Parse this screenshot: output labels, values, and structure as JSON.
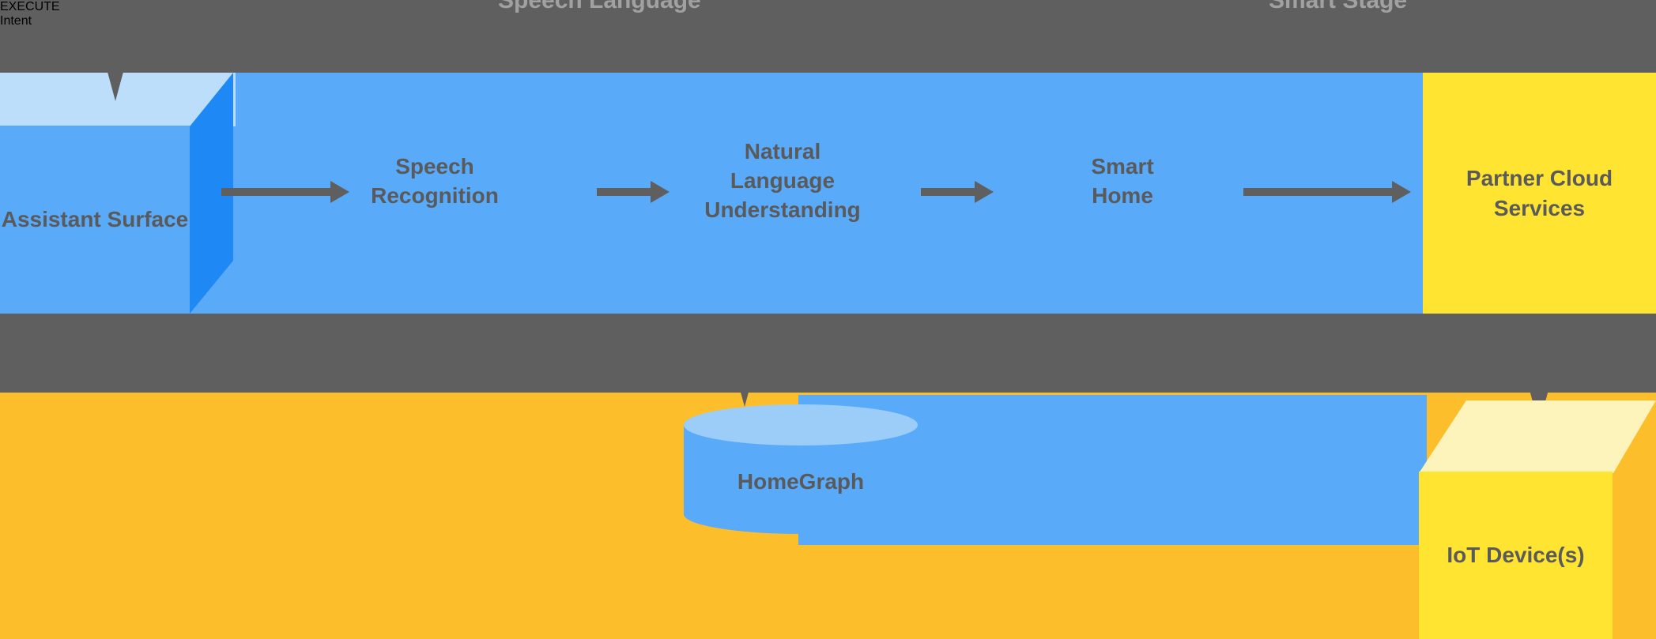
{
  "diagram": {
    "title_left": "Speech Language",
    "title_right": "Smart Stage",
    "lanes": {
      "assistant_lane_color": "#5aaafa",
      "partner_lane_color": "#ffe431",
      "device_lane_color": "#fcbf2b",
      "background_color": "#5f5f5f",
      "text_color": "#5a5a5a"
    },
    "nodes": {
      "assistant_surface": "Assistant\nSurface",
      "speech_recognition": "Speech\nRecognition",
      "natural_language_understanding": "Natural\nLanguage\nUnderstanding",
      "smart_home": "Smart\nHome",
      "partner_cloud_services": "Partner\nCloud\nServices",
      "home_graph": "HomeGraph",
      "iot_devices": "IoT\nDevice(s)"
    },
    "edge_labels": {
      "execute": "EXECUTE",
      "intent": "Intent"
    }
  }
}
